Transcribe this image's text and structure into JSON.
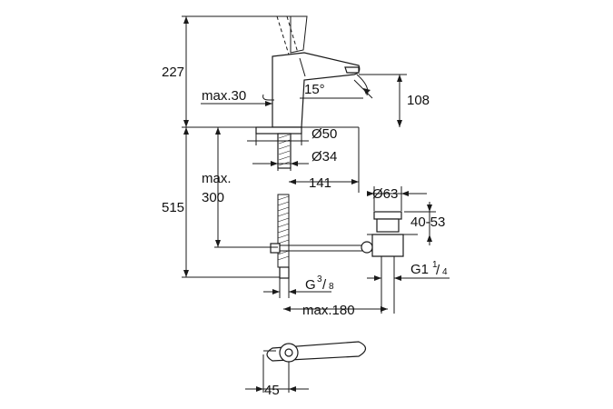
{
  "dimensions": {
    "total_height_above": "227",
    "total_height_below": "515",
    "max_thickness": "max.30",
    "spout_angle": "15°",
    "spout_height": "108",
    "hole_dia": "Ø50",
    "base_dia": "Ø34",
    "max_300_line1": "max.",
    "max_300_line2": "300",
    "reach": "141",
    "waste_dia": "Ø63",
    "waste_range": "40-53",
    "connection": "G",
    "connection_num": "3",
    "connection_den": "8",
    "waste_thread": "G1",
    "waste_thread_num": "1",
    "waste_thread_den": "4",
    "max_180": "max.180",
    "handle_offset": "45"
  }
}
